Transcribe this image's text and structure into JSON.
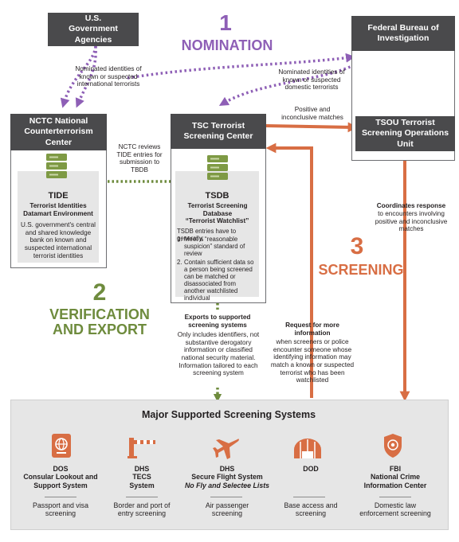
{
  "nomination": {
    "number": "1",
    "label": "NOMINATION",
    "usgov_box": "U.S. Government Agencies",
    "fbi_box": "Federal Bureau of Investigation",
    "intl_note": "Nominated identities of known or suspected international terrorists",
    "domestic_note": "Nominated identities of known or suspected domestic terrorists"
  },
  "nctc": {
    "header": "NCTC National Counterterrorism Center",
    "db_name": "TIDE",
    "db_full": "Terrorist Identities Datamart Environment",
    "db_desc": "U.S. government's central and shared knowledge bank on known and suspected international terrorist identities",
    "review_note": "NCTC reviews TIDE entries for submission to TBDB"
  },
  "tsc": {
    "header": "TSC Terrorist Screening Center",
    "db_name": "TSDB",
    "db_full": "Terrorist Screening Database",
    "db_alias": "“Terrorist Watchlist”",
    "criteria_intro": "TSDB entries have to generally:",
    "criteria": [
      "Meet a “reasonable suspicion” standard of review",
      "Contain sufficient data so a person being screened can be matched or disassociated from another watchlisted individual"
    ]
  },
  "tsou": {
    "header": "TSOU Terrorist Screening Operations Unit",
    "matches_note": "Positive and inconclusive matches",
    "coord_title": "Coordinates response",
    "coord_desc": "to encounters involving positive and inconclusive matches"
  },
  "verification": {
    "number": "2",
    "label": "VERIFICATION AND EXPORT",
    "exports_title": "Exports to supported screening systems",
    "exports_desc": "Only includes identifiers, not substantive derogatory information or classified national security material. Information tailored to each screening system"
  },
  "screening": {
    "number": "3",
    "label": "SCREENING",
    "request_title": "Request for more information",
    "request_desc": "when screeners or police encounter someone whose identifying information may match a known or suspected terrorist who has been watchlisted"
  },
  "systems": {
    "title": "Major Supported Screening Systems",
    "items": [
      {
        "agency": "DOS",
        "name": "Consular Lookout and Support System",
        "subname": "",
        "use": "Passport and visa screening",
        "icon": "passport-icon"
      },
      {
        "agency": "DHS",
        "name": "TECS System",
        "subname": "",
        "use": "Border and port of entry screening",
        "icon": "border-gate-icon"
      },
      {
        "agency": "DHS",
        "name": "Secure Flight System",
        "subname": "No Fly and Selectee Lists",
        "use": "Air passenger screening",
        "icon": "airplane-icon"
      },
      {
        "agency": "DOD",
        "name": "",
        "subname": "",
        "use": "Base access and screening",
        "icon": "hangar-icon"
      },
      {
        "agency": "FBI",
        "name": "National Crime Information Center",
        "subname": "",
        "use": "Domestic law enforcement screening",
        "icon": "badge-icon"
      }
    ]
  },
  "colors": {
    "purple": "#8e5fb6",
    "green": "#6e8b3d",
    "orange": "#d86e44",
    "dark_box": "#4a4a4c",
    "panel": "#e6e6e6"
  }
}
